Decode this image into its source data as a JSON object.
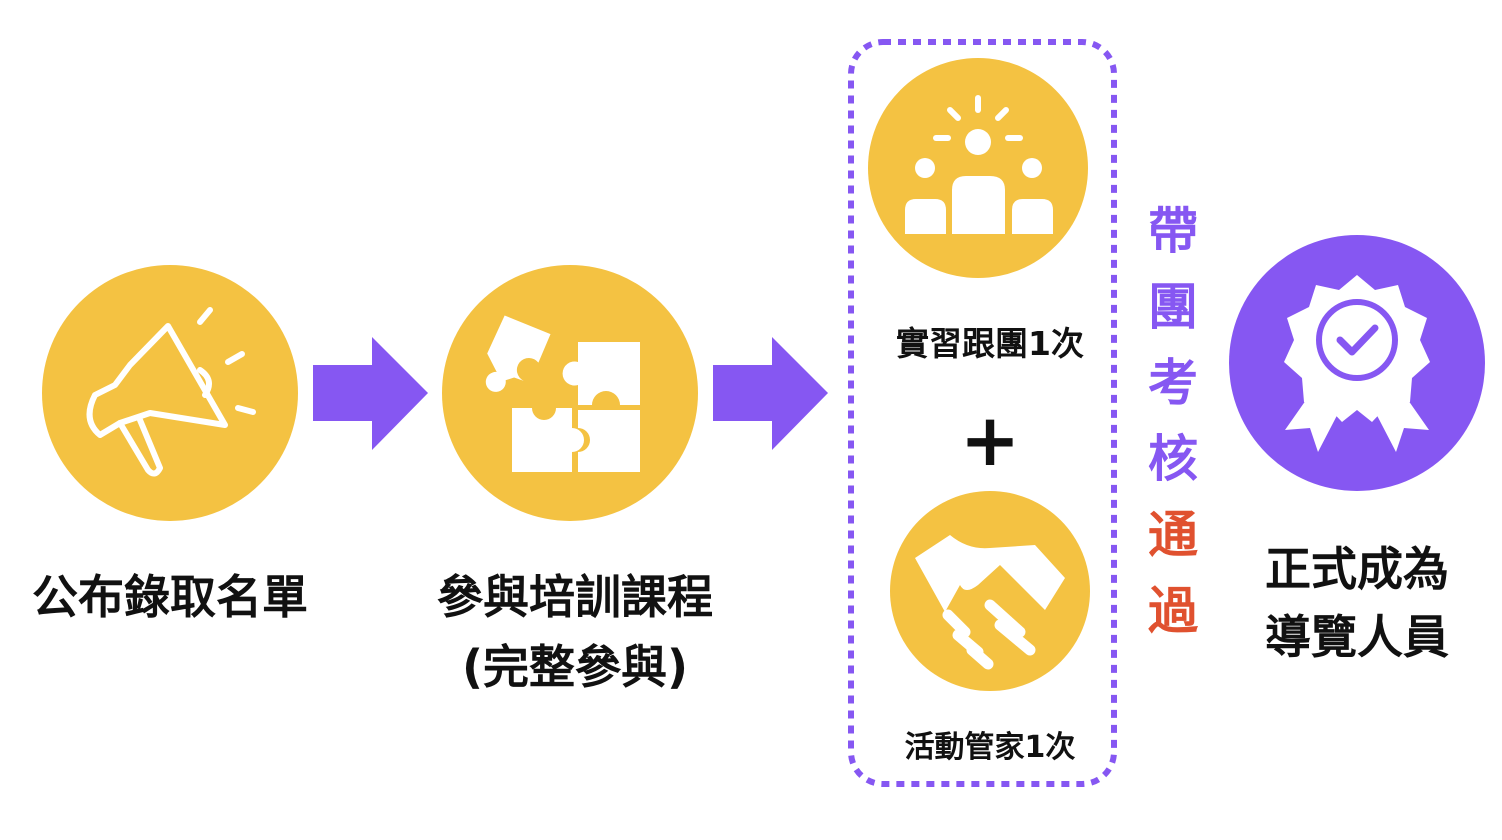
{
  "colors": {
    "yellow": "#F4C242",
    "purple": "#8657F2",
    "red": "#E0512F",
    "text": "#111111"
  },
  "steps": [
    {
      "icon": "megaphone-icon",
      "label_lines": [
        "公布錄取名單"
      ]
    },
    {
      "icon": "puzzle-icon",
      "label_lines": [
        "參與培訓課程",
        "(完整參與)"
      ]
    },
    {
      "group": [
        {
          "icon": "group-leader-icon",
          "label": "實習跟團1次"
        },
        {
          "icon": "handshake-icon",
          "label": "活動管家1次"
        }
      ],
      "plus": "+"
    },
    {
      "icon": "award-ribbon-icon",
      "label_lines": [
        "正式成為",
        "導覽人員"
      ]
    }
  ],
  "assessment": {
    "purple_chars": [
      "帶",
      "團",
      "考",
      "核"
    ],
    "red_chars": [
      "通",
      "過"
    ]
  }
}
